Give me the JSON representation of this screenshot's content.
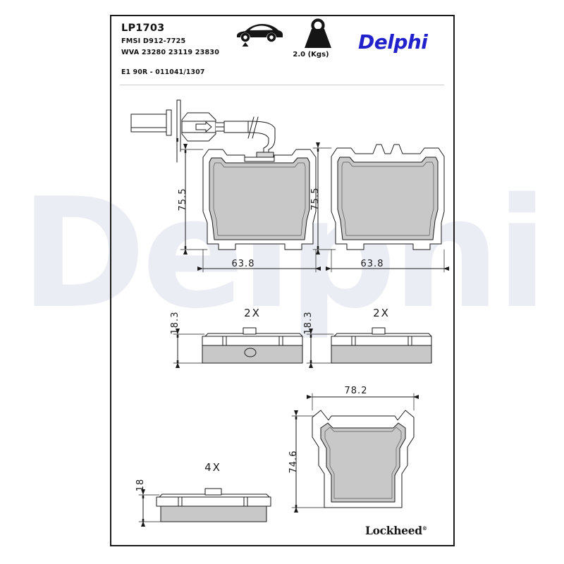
{
  "document": {
    "part_number": "LP1703",
    "fmsi_code": "FMSI D912-7725",
    "wva_code": "WVA 23280 23119 23830",
    "approval_code": "E1 90R - 011041/1307",
    "weight_label": "2.0 (Kgs)",
    "brand": "Delphi",
    "footer_brand": "Lockheed",
    "footer_brand_mark": "®",
    "watermark_text": "Delphi",
    "icons": {
      "car": "car-front-axle-icon",
      "weight": "weight-kettlebell-icon"
    }
  },
  "colors": {
    "brand_blue": "#2222cc",
    "watermark": "#eaeef4",
    "pad_friction_fill": "#c8c8c8",
    "pad_backplate_fill": "#ffffff",
    "line": "#1a1a1a"
  },
  "views": {
    "pad_left_front": {
      "name": "Brake pad with wear sensor - front view",
      "height_mm": "75.5",
      "width_mm": "63.8"
    },
    "pad_right_front": {
      "name": "Brake pad - front view",
      "height_mm": "75.5",
      "width_mm": "63.8"
    },
    "pad_left_edge": {
      "name": "Brake pad - edge view",
      "thickness_mm": "18.3",
      "quantity": "2X"
    },
    "pad_right_edge": {
      "name": "Brake pad - edge view",
      "thickness_mm": "18.3",
      "quantity": "2X"
    },
    "pad_rear_front": {
      "name": "Rear brake pad - front view",
      "width_mm": "78.2",
      "height_mm": "74.6"
    },
    "pad_rear_edge": {
      "name": "Rear brake pad - edge view",
      "thickness_mm": "18",
      "quantity": "4X"
    }
  }
}
